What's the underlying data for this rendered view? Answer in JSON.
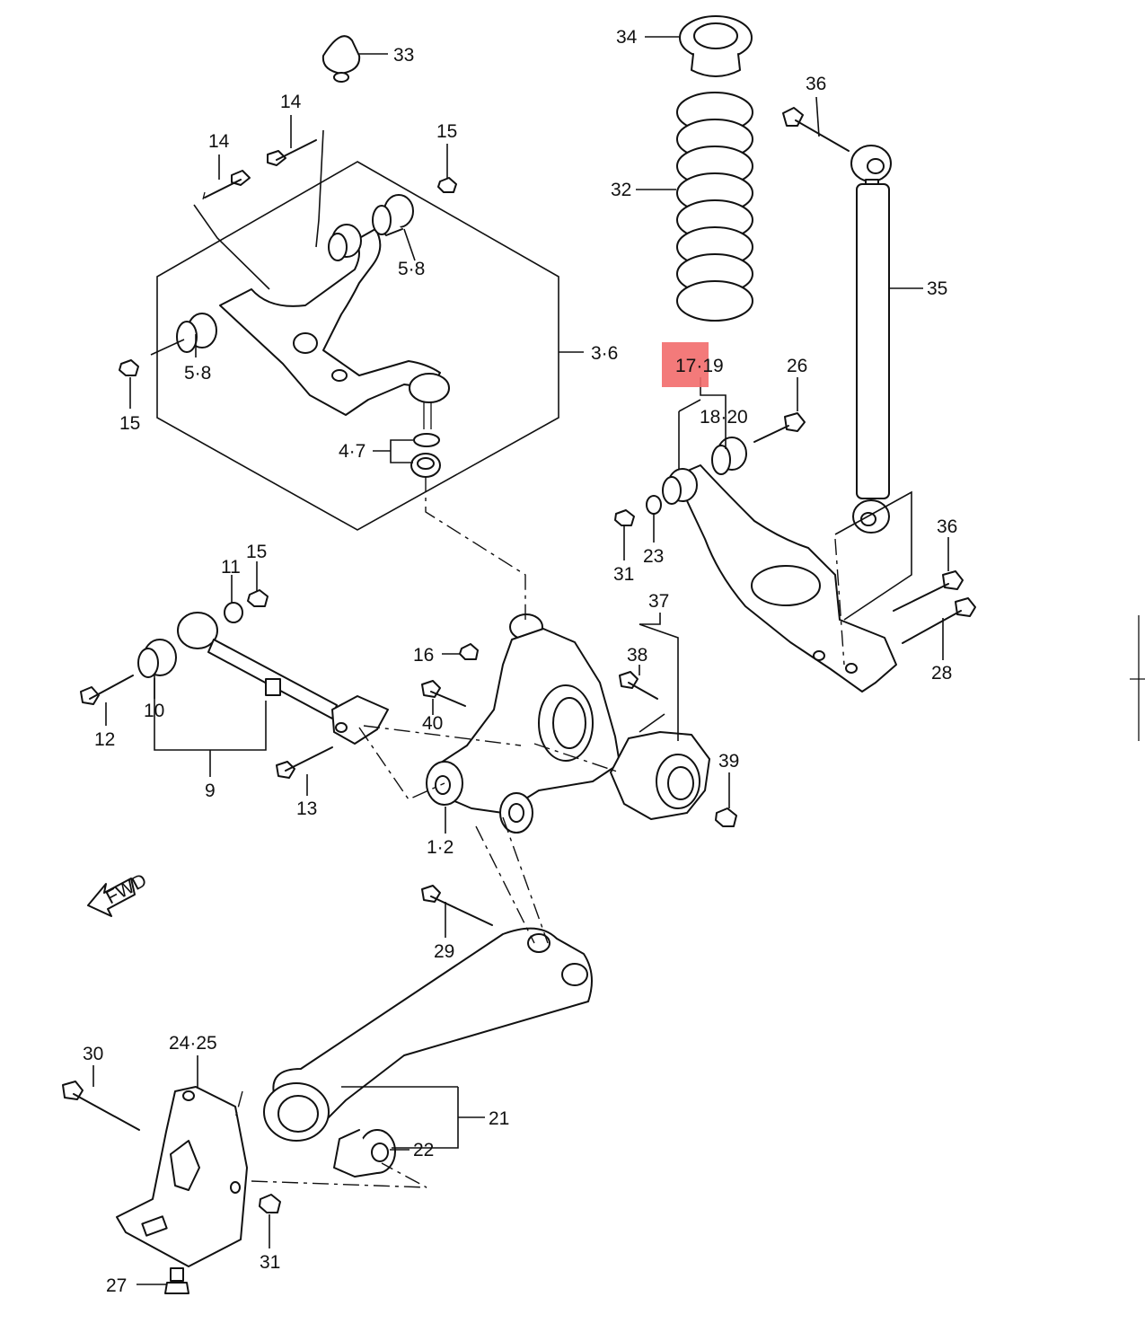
{
  "callouts": {
    "c33": "33",
    "c34": "34",
    "c36a": "36",
    "c14a": "14",
    "c14b": "14",
    "c15a": "15",
    "c32": "32",
    "c5_8a": "5·8",
    "c35": "35",
    "c3_6": "3·6",
    "c5_8b": "5·8",
    "c17_19": "17·19",
    "c26": "26",
    "c15b": "15",
    "c18_20": "18·20",
    "c4_7": "4·7",
    "c36b": "36",
    "c15c": "15",
    "c11": "11",
    "c31a": "31",
    "c23": "23",
    "c37": "37",
    "c28": "28",
    "c16": "16",
    "c38": "38",
    "c12": "12",
    "c10": "10",
    "c40": "40",
    "c39": "39",
    "c9": "9",
    "c13": "13",
    "c1_2": "1·2",
    "c29": "29",
    "c30": "30",
    "c24_25": "24·25",
    "c21": "21",
    "c22": "22",
    "c31b": "31",
    "c27": "27"
  },
  "fwd_label": "FWD",
  "highlight_color": "#f26b6b"
}
